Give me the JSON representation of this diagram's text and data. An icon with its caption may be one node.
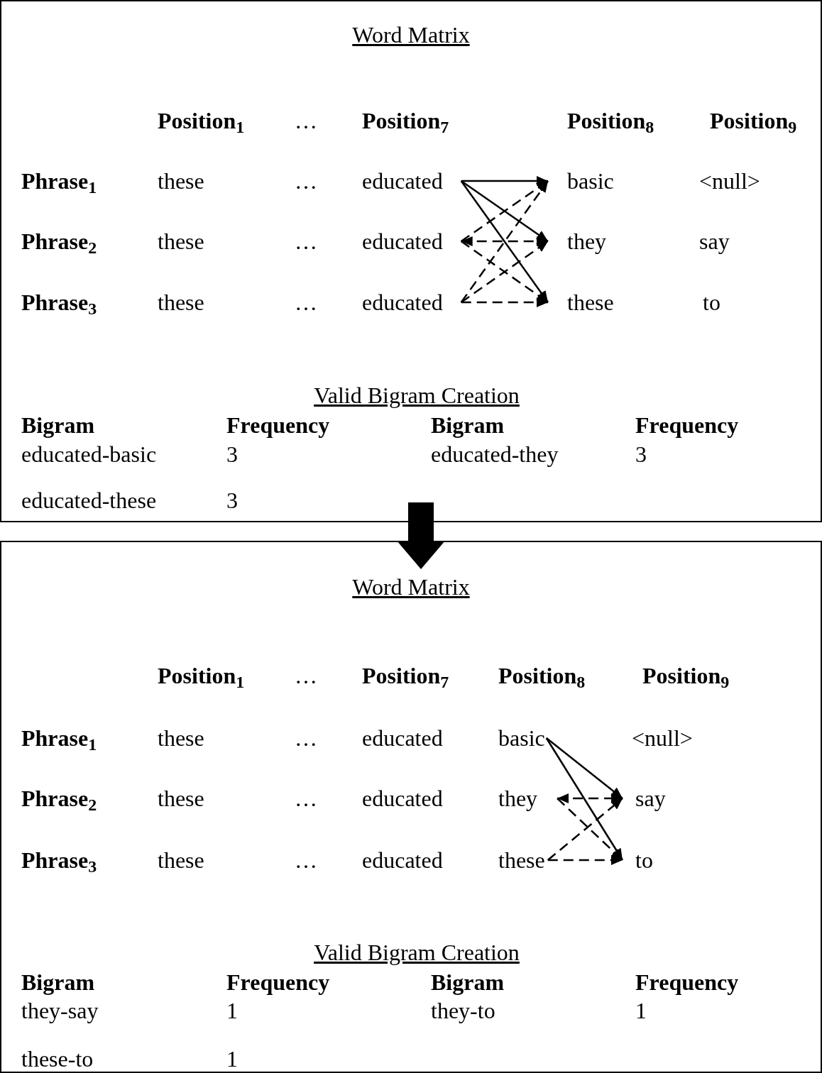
{
  "diagram": {
    "nodes": [
      {
        "text": [
          "Word Matrix"
        ]
      },
      {
        "text": [
          "educated"
        ],
        "in": 0
      },
      {
        "text": [
          "educated"
        ],
        "in": 0
      },
      {
        "text": [
          "educated"
        ],
        "in": 0
      },
      {
        "text": [
          "basic"
        ],
        "in": 0
      },
      {
        "text": [
          "they"
        ],
        "in": 0
      },
      {
        "text": [
          "these"
        ],
        "in": 0
      },
      {
        "text": [
          "Word Matrix"
        ]
      },
      {
        "text": [
          "basic"
        ],
        "in": 7
      },
      {
        "text": [
          "they"
        ],
        "in": 7
      },
      {
        "text": [
          "these"
        ],
        "in": 7
      },
      {
        "text": [
          "say"
        ],
        "in": 7
      },
      {
        "text": [
          "to"
        ],
        "in": 7
      }
    ],
    "edges": [
      {
        "from": 1,
        "to": 4,
        "arrow": "to"
      },
      {
        "from": 1,
        "to": 5,
        "arrow": "to"
      },
      {
        "from": 1,
        "to": 6,
        "arrow": "to"
      },
      {
        "from": 2,
        "to": 4,
        "arrow": "to",
        "style": "dashed"
      },
      {
        "from": 2,
        "to": 5,
        "arrow": "both",
        "style": "dashed"
      },
      {
        "from": 2,
        "to": 6,
        "arrow": "to",
        "style": "dashed"
      },
      {
        "from": 3,
        "to": 4,
        "arrow": "to",
        "style": "dashed"
      },
      {
        "from": 3,
        "to": 5,
        "arrow": "to",
        "style": "dashed"
      },
      {
        "from": 3,
        "to": 6,
        "arrow": "to",
        "style": "dashed"
      },
      {
        "from": 0,
        "to": 7,
        "arrow": "to",
        "style": "thick"
      },
      {
        "from": 8,
        "to": 11,
        "arrow": "to"
      },
      {
        "from": 8,
        "to": 12,
        "arrow": "to"
      },
      {
        "from": 9,
        "to": 11,
        "arrow": "both",
        "style": "dashed"
      },
      {
        "from": 9,
        "to": 12,
        "arrow": "to",
        "style": "dashed"
      },
      {
        "from": 10,
        "to": 11,
        "arrow": "to",
        "style": "dashed"
      },
      {
        "from": 10,
        "to": 12,
        "arrow": "to",
        "style": "dashed"
      }
    ],
    "labels": [
      "Position$_{1}$",
      "…",
      "Position$_{7}$",
      "Position$_{8}$",
      "Position$_{9}$",
      "Phrase$_{1}$",
      "these",
      "…",
      "<null>",
      "Phrase$_{2}$",
      "these",
      "…",
      "say",
      "Phrase$_{3}$",
      "these",
      "…",
      "to",
      "Valid Bigram Creation",
      "Bigram",
      "Frequency",
      "Bigram",
      "Frequency",
      "educated-basic",
      "3",
      "educated-they",
      "3",
      "educated-these",
      "3",
      "Position$_{1}$",
      "…",
      "Position$_{7}$",
      "Position$_{8}$",
      "Position$_{9}$",
      "Phrase$_{1}$",
      "these",
      "…",
      "educated",
      "<null>",
      "Phrase$_{2}$",
      "these",
      "…",
      "educated",
      "Phrase$_{3}$",
      "these",
      "…",
      "educated",
      "Valid Bigram Creation",
      "Bigram",
      "Frequency",
      "Bigram",
      "Frequency",
      "they-say",
      "1",
      "they-to",
      "1",
      "these-to",
      "1"
    ]
  }
}
